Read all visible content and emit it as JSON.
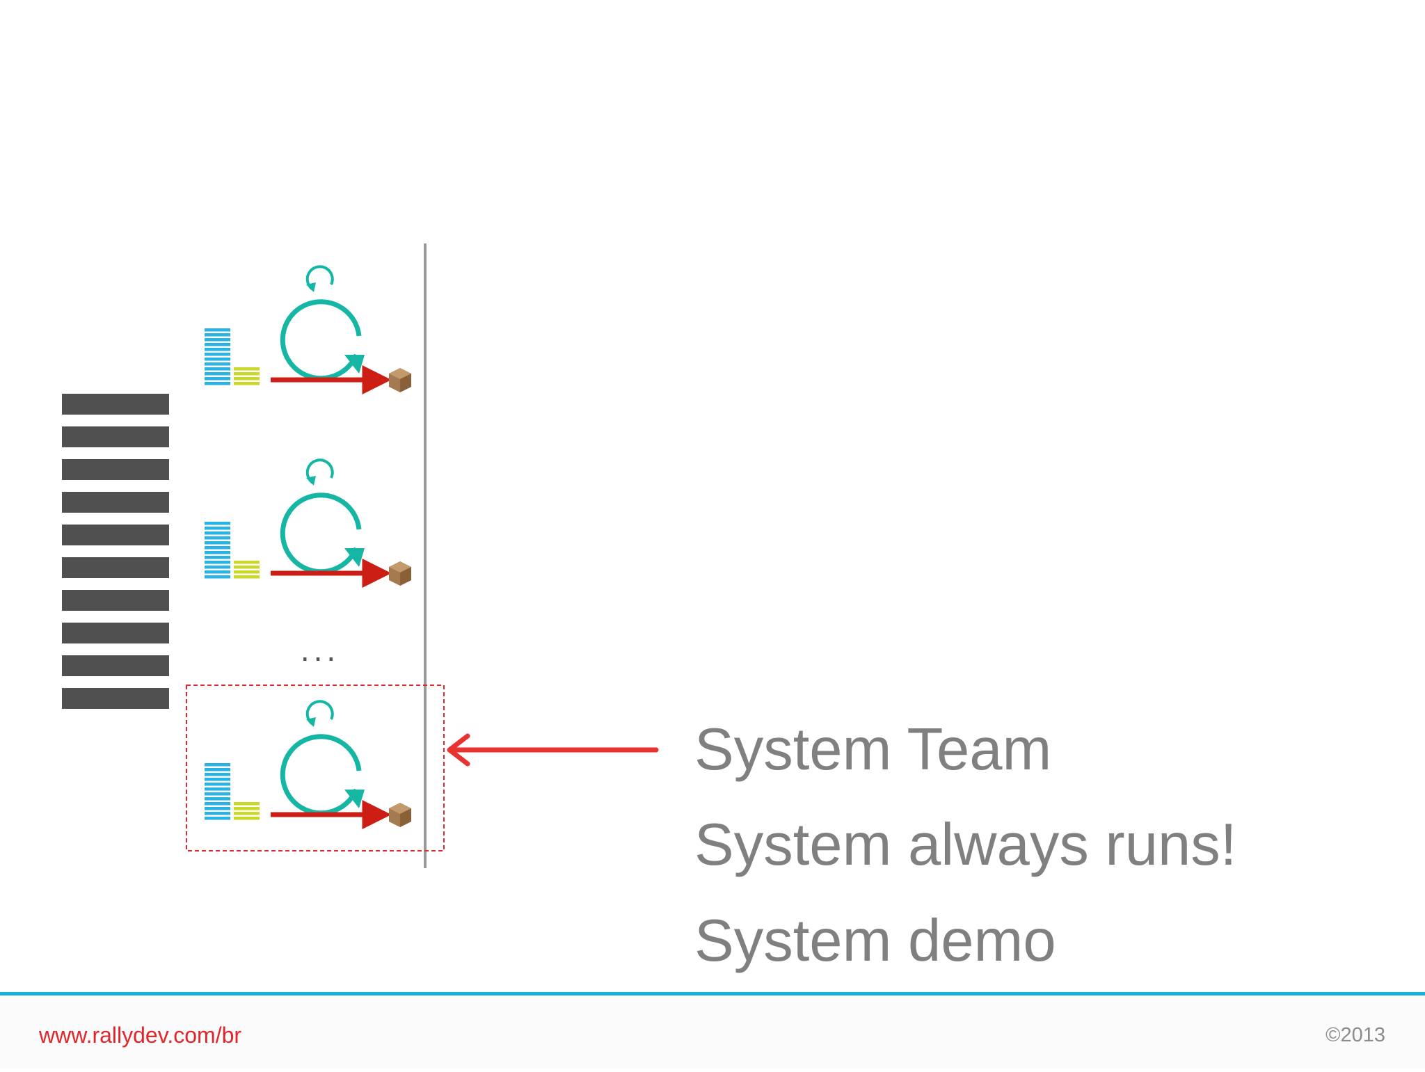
{
  "slide": {
    "bullets": [
      "System Team",
      "System always runs!",
      "System demo"
    ],
    "ellipsis": "...",
    "footer_url": "www.rallydev.com/br",
    "copyright": "©2013"
  },
  "colors": {
    "text_gray": "#808080",
    "brand_red": "#e0262b",
    "accent_blue": "#17b1db",
    "backlog_bar": "#505050",
    "team_backlog_blue": "#2ab2e3",
    "team_wip_yellow": "#cbd82a",
    "iteration_teal": "#16b6a4",
    "flow_red": "#cd1e16",
    "package_brown": "#a57a50",
    "divider_gray": "#9a9a9a"
  },
  "diagram": {
    "program_backlog_bars": 10,
    "teams": 3,
    "team_backlog_rows": 12,
    "team_wip_rows": 4,
    "icons": [
      "program-backlog-icon",
      "team-backlog-icon",
      "iteration-cycle-icon",
      "delivery-arrow-icon",
      "package-icon",
      "integration-line",
      "selection-box",
      "pointer-arrow-icon"
    ]
  }
}
